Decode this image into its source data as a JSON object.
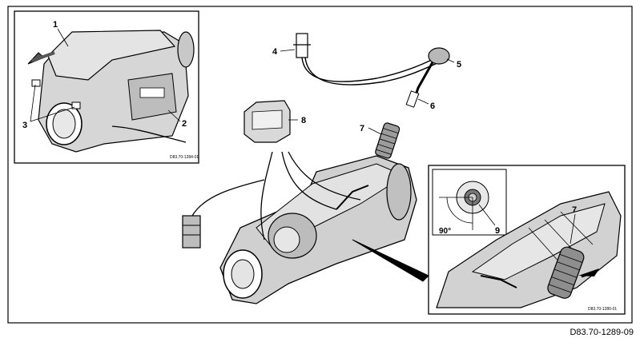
{
  "figure": {
    "reference": "D83.70-1289-09",
    "inset_left_ref": "D83.70-1284-01",
    "inset_right_ref": "D83.70-1280-01"
  },
  "callouts": {
    "c1": "1",
    "c2": "2",
    "c3": "3",
    "c4": "4",
    "c5": "5",
    "c6": "6",
    "c7": "7",
    "c8": "8",
    "c9": "9",
    "c7_detail": "7"
  },
  "angle_label": "90°",
  "colors": {
    "line": "#000000",
    "shade": "#cfcfcf",
    "shade_dark": "#9a9a9a",
    "background": "#ffffff"
  }
}
